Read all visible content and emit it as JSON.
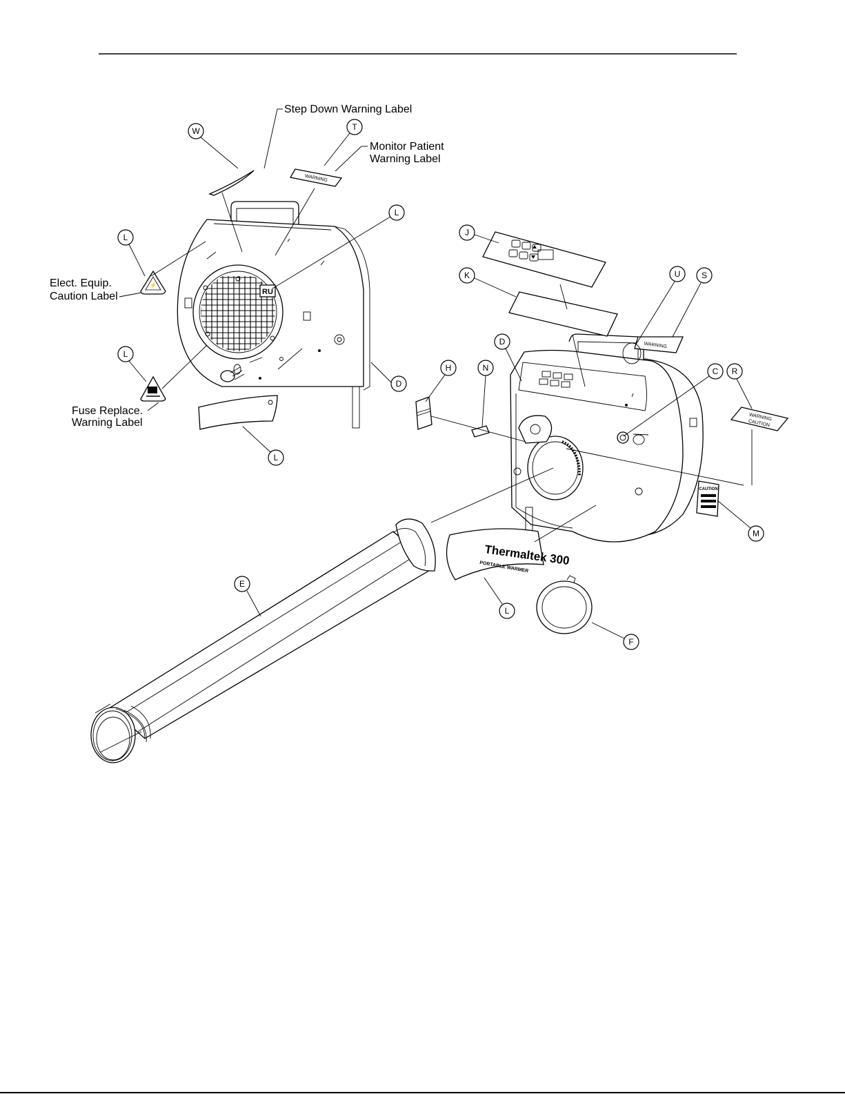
{
  "labels": {
    "step_down": "Step Down Warning Label",
    "monitor_1": "Monitor Patient",
    "monitor_2": "Warning Label",
    "elect_1": "Elect. Equip.",
    "elect_2": "Caution Label",
    "fuse_1": "Fuse Replace.",
    "fuse_2": "Warning Label"
  },
  "callouts": {
    "W": "W",
    "T": "T",
    "L1": "L",
    "L2": "L",
    "L3": "L",
    "L4": "L",
    "L5": "L",
    "D1": "D",
    "D2": "D",
    "J": "J",
    "K": "K",
    "U": "U",
    "S": "S",
    "C": "C",
    "R": "R",
    "H": "H",
    "N": "N",
    "M": "M",
    "E": "E",
    "F": "F"
  },
  "product": {
    "brand": "Thermaltek 300",
    "subtitle": "PORTABLE WARMER",
    "ul_mark": "RU"
  },
  "sticker_text": {
    "t_label": "WARNING",
    "r_line1": "WARNING",
    "r_line2": "CAUTION",
    "s_label": "WARNING",
    "m_label": "CAUTION"
  }
}
